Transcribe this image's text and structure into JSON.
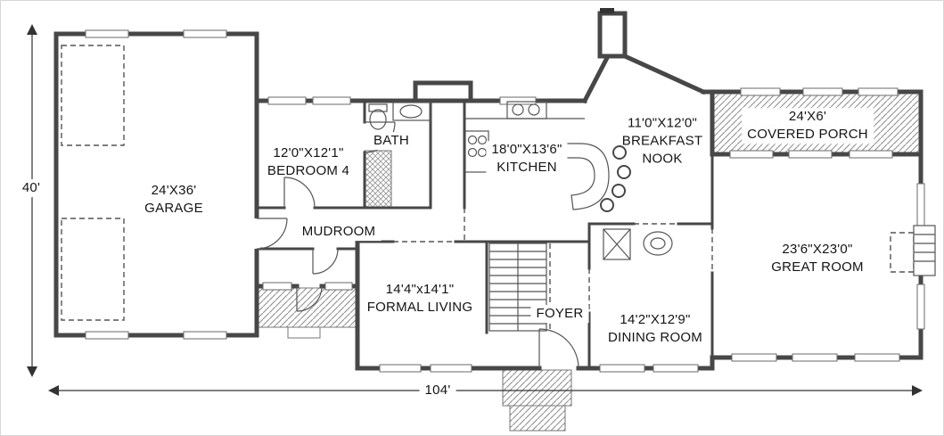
{
  "rooms": {
    "garage": {
      "size": "24'X36'",
      "name": "GARAGE"
    },
    "bedroom4": {
      "size": "12'0\"X12'1\"",
      "name": "BEDROOM 4"
    },
    "bath": {
      "name": "BATH"
    },
    "mudroom": {
      "name": "MUDROOM"
    },
    "kitchen": {
      "size": "18'0\"X13'6\"",
      "name": "KITCHEN"
    },
    "breakfast_nook": {
      "size": "11'0\"X12'0\"",
      "name_line1": "BREAKFAST",
      "name_line2": "NOOK"
    },
    "covered_porch": {
      "size": "24'X6'",
      "name": "COVERED PORCH"
    },
    "great_room": {
      "size": "23'6\"X23'0\"",
      "name": "GREAT ROOM"
    },
    "formal_living": {
      "size": "14'4\"x14'1\"",
      "name": "FORMAL LIVING"
    },
    "foyer": {
      "name": "FOYER"
    },
    "dining_room": {
      "size": "14'2\"X12'9\"",
      "name": "DINING ROOM"
    }
  },
  "dimensions": {
    "overall_depth": "40'",
    "overall_width": "104'"
  }
}
